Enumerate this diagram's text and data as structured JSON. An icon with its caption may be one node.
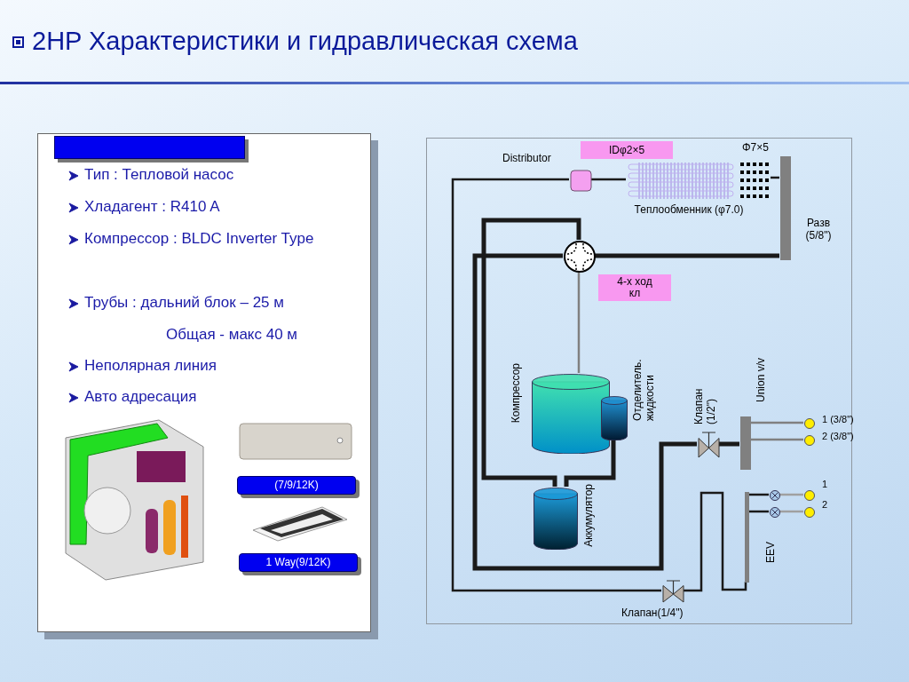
{
  "diagram": {
    "title": "2HP Характеристики и гидравлическая схема",
    "nodes": [
      {
        "text": [
          "Тип : Тепловой насос",
          "Хладагент : R410 A",
          "Компрессор : BLDC Inverter Type",
          "Трубы :  дальний блок – 25 м",
          "Общая  -  макс 40 м",
          "Неполярная линия",
          "Авто адресация"
        ]
      },
      {
        "text": [],
        "shape": "box",
        "in": 0
      },
      {
        "text": [
          "(7/9/12K)"
        ],
        "in": 0
      },
      {
        "text": [
          "1 Way(9/12K)"
        ],
        "in": 0
      },
      {
        "text": [],
        "shape": "box"
      },
      {
        "text": [
          "IDφ2×5"
        ],
        "in": 4
      },
      {
        "text": [
          "Distributor"
        ],
        "in": 4
      },
      {
        "text": [
          "Теплообменник (φ7.0)"
        ],
        "beside": [
          "Φ7×5"
        ],
        "in": 4
      },
      {
        "text": [
          "Разв (5/8\")"
        ],
        "in": 4
      },
      {
        "text": [],
        "shape": "circle",
        "in": 4
      },
      {
        "text": [
          "4-х ход кл"
        ],
        "in": 4
      },
      {
        "text": [
          "Компрессор"
        ],
        "in": 4
      },
      {
        "text": [
          "Отделитель. жидкости"
        ],
        "in": 4
      },
      {
        "text": [
          "Аккумулятор"
        ],
        "in": 4
      },
      {
        "text": [
          "Клапан (1/2\")"
        ],
        "in": 4
      },
      {
        "text": [
          "Union v/v"
        ],
        "in": 4
      },
      {
        "text": [],
        "shape": "circle",
        "beside": [
          "1 (3/8\")"
        ],
        "in": 4
      },
      {
        "text": [],
        "shape": "circle",
        "beside": [
          "2 (3/8\")"
        ],
        "in": 4
      },
      {
        "text": [
          "Клапан(1/4\")"
        ],
        "in": 4
      },
      {
        "text": [
          "EEV"
        ],
        "in": 4
      },
      {
        "text": [],
        "shape": "circle",
        "in": 4
      },
      {
        "text": [],
        "shape": "circle",
        "in": 4
      },
      {
        "text": [],
        "shape": "circle",
        "beside": [
          "1"
        ],
        "in": 4
      },
      {
        "text": [],
        "shape": "circle",
        "beside": [
          "2"
        ],
        "in": 4
      }
    ],
    "edges": [
      {
        "from": 6,
        "to": 7,
        "arrow": "none"
      },
      {
        "from": 7,
        "to": 8,
        "arrow": "none"
      },
      {
        "from": 8,
        "to": 9,
        "arrow": "none",
        "style": "thick"
      },
      {
        "from": 9,
        "to": 11,
        "arrow": "none",
        "color": "#808080"
      },
      {
        "from": 9,
        "to": 13,
        "arrow": "none",
        "style": "thick"
      },
      {
        "from": 9,
        "to": 14,
        "arrow": "none",
        "style": "thick"
      },
      {
        "from": 12,
        "to": 13,
        "arrow": "none",
        "style": "thick"
      },
      {
        "from": 14,
        "to": 15,
        "arrow": "none",
        "style": "thick"
      },
      {
        "from": 15,
        "to": 16,
        "arrow": "none",
        "color": "#808080"
      },
      {
        "from": 15,
        "to": 17,
        "arrow": "none",
        "color": "#808080"
      },
      {
        "from": 6,
        "to": 18,
        "arrow": "none"
      },
      {
        "from": 18,
        "to": 19,
        "arrow": "none"
      },
      {
        "from": 19,
        "to": 20,
        "arrow": "none"
      },
      {
        "from": 19,
        "to": 21,
        "arrow": "none"
      },
      {
        "from": 20,
        "to": 22,
        "arrow": "none",
        "color": "#a0a0a0"
      },
      {
        "from": 21,
        "to": 23,
        "arrow": "none",
        "color": "#a0a0a0"
      }
    ]
  }
}
